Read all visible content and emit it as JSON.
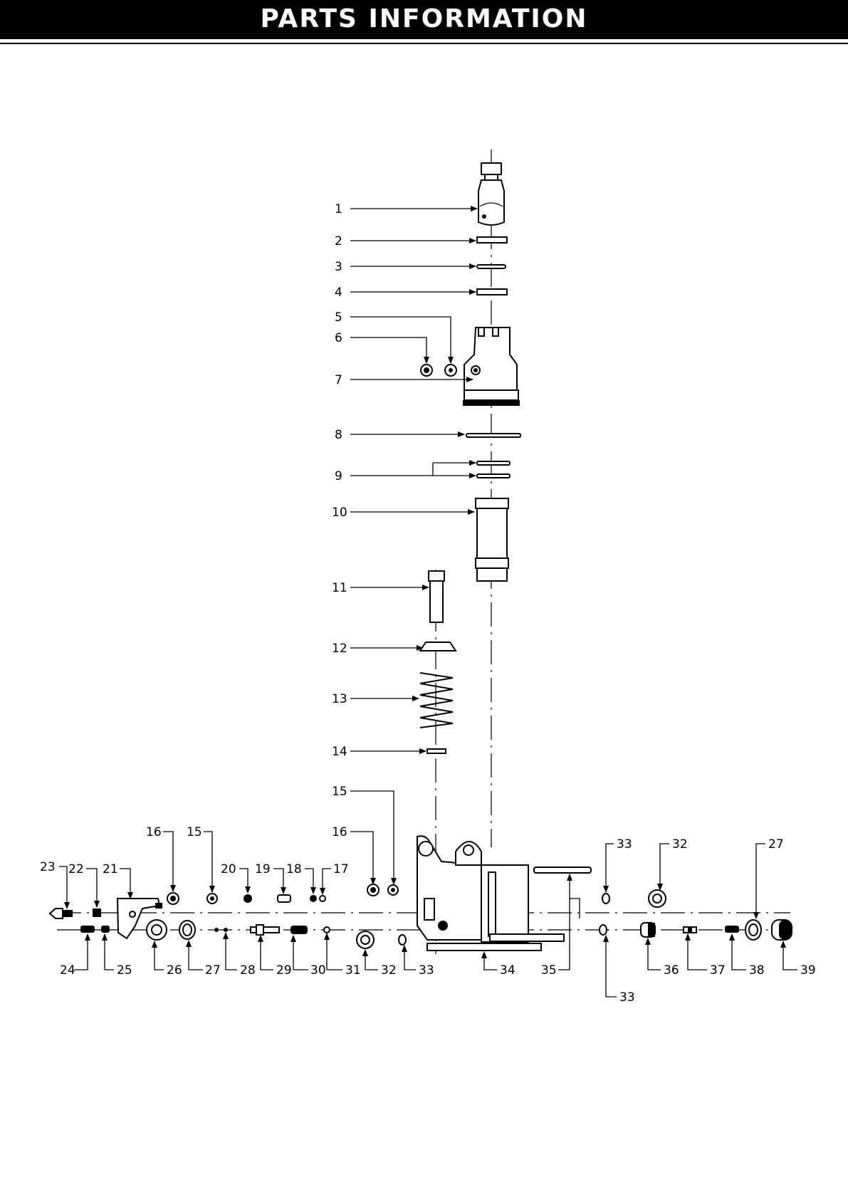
{
  "header": {
    "title": "PARTS INFORMATION"
  },
  "callouts": {
    "c1": "1",
    "c2": "2",
    "c3": "3",
    "c4": "4",
    "c5": "5",
    "c6": "6",
    "c7": "7",
    "c8": "8",
    "c9": "9",
    "c10": "10",
    "c11": "11",
    "c12": "12",
    "c13": "13",
    "c14": "14",
    "c15a": "15",
    "c16a": "16",
    "c16b": "16",
    "c15b": "15",
    "c23": "23",
    "c22": "22",
    "c21": "21",
    "c20": "20",
    "c19": "19",
    "c18": "18",
    "c17": "17",
    "c33a": "33",
    "c32a": "32",
    "c27a": "27",
    "c24": "24",
    "c25": "25",
    "c26": "26",
    "c27b": "27",
    "c28": "28",
    "c29": "29",
    "c30": "30",
    "c31": "31",
    "c32b": "32",
    "c33b": "33",
    "c34": "34",
    "c35": "35",
    "c36": "36",
    "c37": "37",
    "c38": "38",
    "c39": "39",
    "c33c": "33"
  }
}
